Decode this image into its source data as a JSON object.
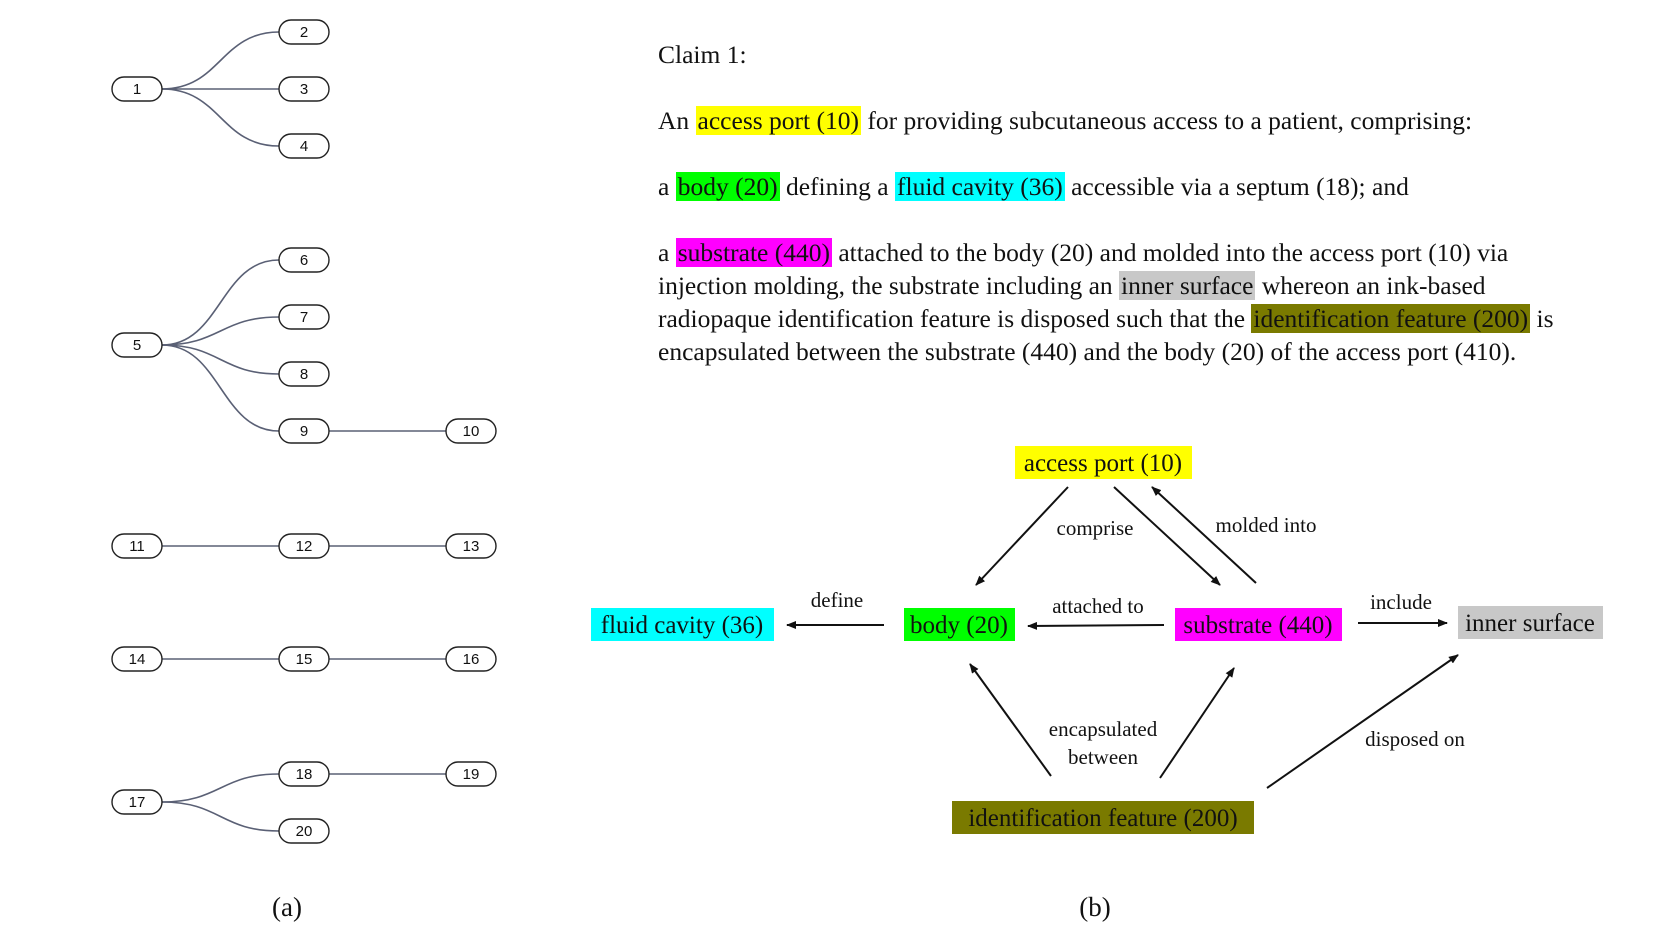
{
  "panel_a": {
    "nodes": [
      {
        "id": "1",
        "label": "1"
      },
      {
        "id": "2",
        "label": "2"
      },
      {
        "id": "3",
        "label": "3"
      },
      {
        "id": "4",
        "label": "4"
      },
      {
        "id": "5",
        "label": "5"
      },
      {
        "id": "6",
        "label": "6"
      },
      {
        "id": "7",
        "label": "7"
      },
      {
        "id": "8",
        "label": "8"
      },
      {
        "id": "9",
        "label": "9"
      },
      {
        "id": "10",
        "label": "10"
      },
      {
        "id": "11",
        "label": "11"
      },
      {
        "id": "12",
        "label": "12"
      },
      {
        "id": "13",
        "label": "13"
      },
      {
        "id": "14",
        "label": "14"
      },
      {
        "id": "15",
        "label": "15"
      },
      {
        "id": "16",
        "label": "16"
      },
      {
        "id": "17",
        "label": "17"
      },
      {
        "id": "18",
        "label": "18"
      },
      {
        "id": "19",
        "label": "19"
      },
      {
        "id": "20",
        "label": "20"
      }
    ],
    "edges": [
      [
        "1",
        "2"
      ],
      [
        "1",
        "3"
      ],
      [
        "1",
        "4"
      ],
      [
        "5",
        "6"
      ],
      [
        "5",
        "7"
      ],
      [
        "5",
        "8"
      ],
      [
        "5",
        "9"
      ],
      [
        "9",
        "10"
      ],
      [
        "11",
        "12"
      ],
      [
        "12",
        "13"
      ],
      [
        "14",
        "15"
      ],
      [
        "15",
        "16"
      ],
      [
        "17",
        "18"
      ],
      [
        "17",
        "20"
      ],
      [
        "18",
        "19"
      ]
    ],
    "caption": "(a)"
  },
  "claim": {
    "title": "Claim 1:",
    "p1": {
      "t0": "An ",
      "h1": "access port (10)",
      "t1": " for providing subcutaneous access to a patient, comprising:"
    },
    "p2": {
      "t0": "a ",
      "h1": "body (20)",
      "t1": " defining a ",
      "h2": "fluid cavity (36)",
      "t2": " accessible via a septum (18); and"
    },
    "p3": {
      "t0": "a ",
      "h1": "substrate (440)",
      "t1": " attached to the body (20) and molded into the access port (10) via injection molding, the substrate including an ",
      "h2": "inner surface",
      "t2": " whereon an ink-based radiopaque identification feature is disposed such that the ",
      "h3": "identification feature (200)",
      "t3": " is encapsulated between the substrate (440) and the body (20) of the access port (410)."
    }
  },
  "panel_b": {
    "nodes": {
      "access_port": "access port (10)",
      "body": "body (20)",
      "fluid_cavity": "fluid cavity (36)",
      "substrate": "substrate (440)",
      "inner_surface": "inner surface",
      "identification_feature": "identification feature (200)"
    },
    "edge_labels": {
      "comprise": "comprise",
      "molded_into": "molded into",
      "define": "define",
      "attached_to": "attached to",
      "include": "include",
      "encapsulated_1": "encapsulated",
      "encapsulated_2": "between",
      "disposed_on": "disposed on"
    },
    "caption": "(b)"
  },
  "colors": {
    "yellow": "#ffff00",
    "green": "#00ff00",
    "cyan": "#00ffff",
    "magenta": "#ff00ff",
    "gray": "#c8c8c8",
    "olive": "#7a7a00",
    "tree_edge": "#5a6075"
  }
}
